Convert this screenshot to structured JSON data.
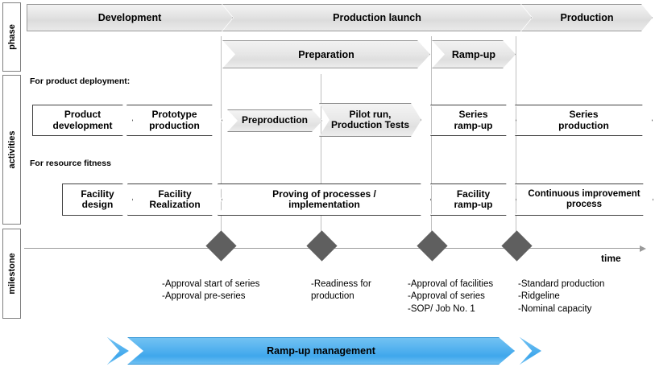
{
  "categories": [
    {
      "id": "phase",
      "label": "phase"
    },
    {
      "id": "activities",
      "label": "activities"
    },
    {
      "id": "milestone",
      "label": "milestone"
    }
  ],
  "phases": [
    {
      "id": "development",
      "label": "Development"
    },
    {
      "id": "production-launch",
      "label": "Production launch"
    },
    {
      "id": "production",
      "label": "Production"
    }
  ],
  "subphases": [
    {
      "id": "preparation",
      "label": "Preparation"
    },
    {
      "id": "ramp-up",
      "label": "Ramp-up"
    }
  ],
  "activities": {
    "product_note": "For product  deployment:",
    "resource_note": "For resource  fitness",
    "product_row": [
      {
        "id": "product-development",
        "label": "Product\ndevelopment",
        "style": "white"
      },
      {
        "id": "prototype-production",
        "label": "Prototype\nproduction",
        "style": "white"
      },
      {
        "id": "preproduction",
        "label": "Preproduction",
        "style": "grey"
      },
      {
        "id": "pilot-run",
        "label": "Pilot run,\nProduction Tests",
        "style": "grey"
      },
      {
        "id": "series-ramp-up",
        "label": "Series\nramp-up",
        "style": "white"
      },
      {
        "id": "series-production",
        "label": "Series\nproduction",
        "style": "white"
      }
    ],
    "resource_row": [
      {
        "id": "facility-design",
        "label": "Facility\ndesign",
        "style": "white"
      },
      {
        "id": "facility-realization",
        "label": "Facility\nRealization",
        "style": "white"
      },
      {
        "id": "proving-of-processes",
        "label": "Proving of processes /\nimplementation",
        "style": "white"
      },
      {
        "id": "facility-ramp-up",
        "label": "Facility\nramp-up",
        "style": "white"
      },
      {
        "id": "continuous-improvement",
        "label": "Continuous improvement\nprocess",
        "style": "white"
      }
    ]
  },
  "milestones": [
    {
      "id": "m1",
      "lines": [
        "-Approval start of series",
        "-Approval pre-series"
      ]
    },
    {
      "id": "m2",
      "lines": [
        "-Readiness for",
        "production"
      ]
    },
    {
      "id": "m3",
      "lines": [
        "-Approval of facilities",
        "-Approval of series",
        "-SOP/ Job No. 1"
      ]
    },
    {
      "id": "m4",
      "lines": [
        "-Standard production",
        "-Ridgeline",
        "-Nominal capacity"
      ]
    }
  ],
  "timeline": {
    "axis_label": "time"
  },
  "management_bar": {
    "label": "Ramp-up management"
  },
  "colors": {
    "accent_blue": "#4FB0EE",
    "accent_blue_border": "#2E93D6",
    "diamond_grey": "#5F5F5F",
    "phase_fill": "#E3E3E3",
    "divider": "#BFBFBF",
    "outline_dark": "#404040"
  }
}
